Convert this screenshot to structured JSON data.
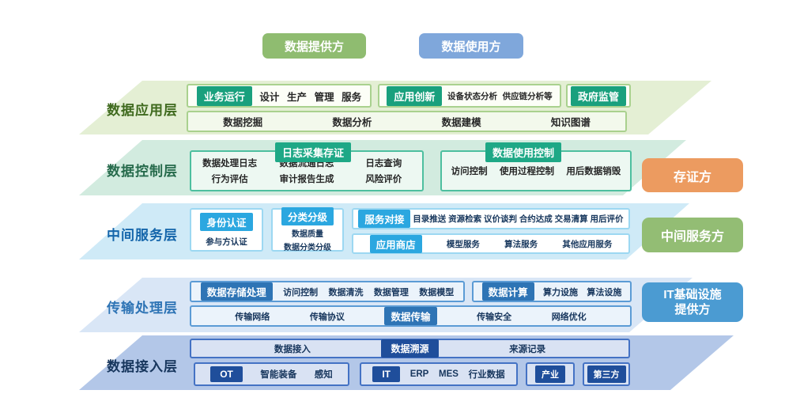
{
  "legend": {
    "provider_label": "数据提供方",
    "consumer_label": "数据使用方"
  },
  "colors": {
    "provider_green": "#8fbc70",
    "consumer_blue": "#7fa7db",
    "app_band": "#e4efd4",
    "control_band": "#d2ebdf",
    "middle_band": "#cfeaf7",
    "transport_band": "#d9e6f6",
    "access_band": "#b3c7e8",
    "green_badge": "#19a07d",
    "teal_badge": "#1ea886",
    "cyan_badge": "#2ba7e0",
    "blue_badge": "#2e74b5",
    "navy_badge": "#1f4e9b",
    "evidence_orange": "#ec9b60",
    "intermediate_green": "#93bd74",
    "it_infra_blue": "#4b9bd2"
  },
  "layer_application": {
    "title": "数据应用层",
    "box_business": {
      "badge": "业务运行",
      "items": [
        "设计",
        "生产",
        "管理",
        "服务"
      ]
    },
    "box_innovation": {
      "badge": "应用创新",
      "items": [
        "设备状态分析",
        "供应链分析等"
      ]
    },
    "box_government": {
      "badge": "政府监管"
    },
    "row2_items": [
      "数据挖掘",
      "数据分析",
      "数据建模",
      "知识图谱"
    ]
  },
  "layer_control": {
    "title": "数据控制层",
    "box_log": {
      "badge": "日志采集存证",
      "col1": [
        "数据处理日志",
        "行为评估"
      ],
      "col2": [
        "数据流通日志",
        "审计报告生成"
      ],
      "col3": [
        "日志查询",
        "风险评价"
      ]
    },
    "box_usage": {
      "badge": "数据使用控制",
      "items": [
        "访问控制",
        "使用过程控制",
        "用后数据销毁"
      ]
    }
  },
  "layer_middle": {
    "title": "中间服务层",
    "box_identity": {
      "badge": "身份认证",
      "items": [
        "参与方认证"
      ]
    },
    "box_classify": {
      "badge": "分类分级",
      "items": [
        "数据质量",
        "数据分类分级"
      ]
    },
    "box_service": {
      "badge": "服务对接",
      "items": [
        "目录推送",
        "资源检索",
        "议价谈判",
        "合约达成",
        "交易清算",
        "用后评价"
      ]
    },
    "box_store": {
      "badge": "应用商店",
      "items": [
        "模型服务",
        "算法服务",
        "其他应用服务"
      ]
    }
  },
  "layer_transport": {
    "title": "传输处理层",
    "box_storage": {
      "badge": "数据存储处理",
      "items": [
        "访问控制",
        "数据清洗",
        "数据管理",
        "数据模型"
      ]
    },
    "box_compute": {
      "badge": "数据计算",
      "items": [
        "算力设施",
        "算法设施"
      ]
    },
    "row2": {
      "left_items": [
        "传输网络",
        "传输协议"
      ],
      "badge": "数据传输",
      "right_items": [
        "传输安全",
        "网络优化"
      ]
    }
  },
  "layer_access": {
    "title": "数据接入层",
    "row1": {
      "left": "数据接入",
      "badge": "数据溯源",
      "right": "来源记录"
    },
    "box_ot": {
      "badge": "OT",
      "items": [
        "智能装备",
        "感知"
      ]
    },
    "box_it": {
      "badge": "IT",
      "items": [
        "ERP",
        "MES",
        "行业数据"
      ]
    },
    "box_industry": {
      "badge": "产业"
    },
    "box_third": {
      "badge": "第三方"
    }
  },
  "side_buttons": {
    "evidence": "存证方",
    "intermediate": "中间服务方",
    "it_infra_line1": "IT基础设施",
    "it_infra_line2": "提供方"
  }
}
